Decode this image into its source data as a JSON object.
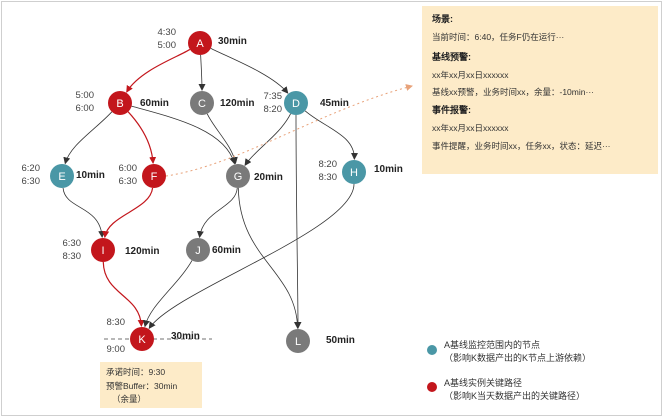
{
  "colors": {
    "critical": "#c3161c",
    "monitored": "#4a97a6",
    "normal": "#7a7a7a",
    "box_bg": "#fdebc8",
    "dotted_line": "#e8a27a"
  },
  "nodes": [
    {
      "id": "A",
      "type": "critical",
      "duration": "30min",
      "time_top": "4:30",
      "time_bottom": "5:00"
    },
    {
      "id": "B",
      "type": "critical",
      "duration": "60min",
      "time_top": "5:00",
      "time_bottom": "6:00"
    },
    {
      "id": "C",
      "type": "normal",
      "duration": "120min",
      "time_top": "",
      "time_bottom": ""
    },
    {
      "id": "D",
      "type": "monitored",
      "duration": "45min",
      "time_top": "7:35",
      "time_bottom": "8:20"
    },
    {
      "id": "E",
      "type": "monitored",
      "duration": "10min",
      "time_top": "6:20",
      "time_bottom": "6:30"
    },
    {
      "id": "F",
      "type": "critical",
      "duration": "",
      "time_top": "6:00",
      "time_bottom": "6:30"
    },
    {
      "id": "G",
      "type": "normal",
      "duration": "20min",
      "time_top": "",
      "time_bottom": ""
    },
    {
      "id": "H",
      "type": "monitored",
      "duration": "10min",
      "time_top": "8:20",
      "time_bottom": "8:30"
    },
    {
      "id": "I",
      "type": "critical",
      "duration": "120min",
      "time_top": "6:30",
      "time_bottom": "8:30"
    },
    {
      "id": "J",
      "type": "normal",
      "duration": "60min",
      "time_top": "",
      "time_bottom": ""
    },
    {
      "id": "K",
      "type": "critical",
      "duration": "30min",
      "time_top": "8:30",
      "time_bottom": "9:00"
    },
    {
      "id": "L",
      "type": "normal",
      "duration": "50min",
      "time_top": "",
      "time_bottom": ""
    }
  ],
  "edges": [
    {
      "from": "A",
      "to": "B",
      "critical": true
    },
    {
      "from": "A",
      "to": "C",
      "critical": false
    },
    {
      "from": "A",
      "to": "D",
      "critical": false
    },
    {
      "from": "B",
      "to": "E",
      "critical": false
    },
    {
      "from": "B",
      "to": "F",
      "critical": true
    },
    {
      "from": "B",
      "to": "G",
      "critical": false
    },
    {
      "from": "C",
      "to": "G",
      "critical": false
    },
    {
      "from": "D",
      "to": "G",
      "critical": false
    },
    {
      "from": "D",
      "to": "H",
      "critical": false
    },
    {
      "from": "D",
      "to": "L",
      "critical": false
    },
    {
      "from": "E",
      "to": "I",
      "critical": false
    },
    {
      "from": "F",
      "to": "I",
      "critical": true
    },
    {
      "from": "G",
      "to": "J",
      "critical": false
    },
    {
      "from": "G",
      "to": "L",
      "critical": false
    },
    {
      "from": "I",
      "to": "K",
      "critical": true
    },
    {
      "from": "J",
      "to": "K",
      "critical": false
    },
    {
      "from": "H",
      "to": "K",
      "critical": false
    }
  ],
  "info_box": {
    "scene_title": "场景:",
    "scene_text": "当前时间：6:40，任务F仍在运行···",
    "baseline_title": "基线预警:",
    "baseline_date": "xx年xx月xx日xxxxxx",
    "baseline_text": "基线xx预警，业务时间xx，余量：-10min···",
    "event_title": "事件报警:",
    "event_date": "xx年xx月xx日xxxxxx",
    "event_text": "事件提醒，业务时间xx，任务xx，状态：延迟···"
  },
  "k_box": {
    "promise": "承诺时间：9:30",
    "buffer": "预警Buffer：30min",
    "margin": "（余量）"
  },
  "legend": [
    {
      "type": "monitored",
      "line1": "A基线监控范围内的节点",
      "line2": "（影响K数据产出的K节点上游依赖）"
    },
    {
      "type": "critical",
      "line1": "A基线实例关键路径",
      "line2": "（影响K当天数据产出的关键路径）"
    }
  ]
}
